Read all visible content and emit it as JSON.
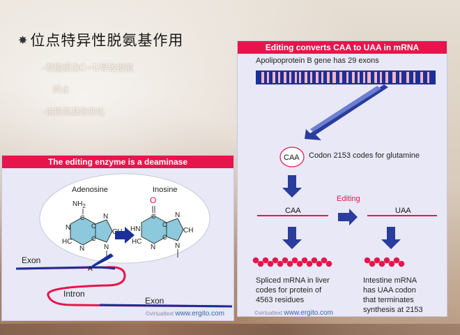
{
  "slide": {
    "title": "位点特异性脱氨基作用",
    "bullet_1_line1": "–载脂蛋白C→U导致提前",
    "bullet_1_line2": "终止",
    "bullet_2": "–由脱氨基酶催化"
  },
  "left_panel": {
    "header": "The editing enzyme is a deaminase",
    "adenosine_label": "Adenosine",
    "inosine_label": "Inosine",
    "nh2": "NH",
    "nh2_sub": "2",
    "oxygen": "O",
    "atom_n": "N",
    "atom_c": "C",
    "atom_hc": "HC",
    "atom_ch": "CH",
    "atom_hn": "HN",
    "exon_left": "Exon",
    "exon_right": "Exon",
    "intron": "Intron",
    "edit_site": "A",
    "credit_prefix": "©virtualtext",
    "credit_brand": "www.ergito.com",
    "colors": {
      "intron": "#e5164b",
      "exon": "#1a2f9a",
      "inosine_o": "#e5164b",
      "base_fill": "#8cc9dc"
    }
  },
  "right_panel": {
    "header": "Editing converts CAA to UAA in mRNA",
    "gene_caption": "Apolipoprotein B gene has 29 exons",
    "caa_circle": "CAA",
    "codon_caption": "Codon 2153 codes for glutamine",
    "editing_label": "Editing",
    "caa_label": "CAA",
    "uaa_label": "UAA",
    "liver_line1": "Spliced mRNA in liver",
    "liver_line2": "codes for protein of",
    "liver_line3": "4563 residues",
    "intestine_line1": "Intestine mRNA",
    "intestine_line2": "has UAA codon",
    "intestine_line3": "that terminates",
    "intestine_line4": "synthesis at 2153",
    "credit_prefix": "©virtualtext",
    "credit_brand": "www.ergito.com",
    "colors": {
      "gene_bar": "#1a2f9a",
      "exon_stripe": "#f3b3c3",
      "arrow": "#2a3c9c",
      "protein": "#e5164b"
    }
  }
}
